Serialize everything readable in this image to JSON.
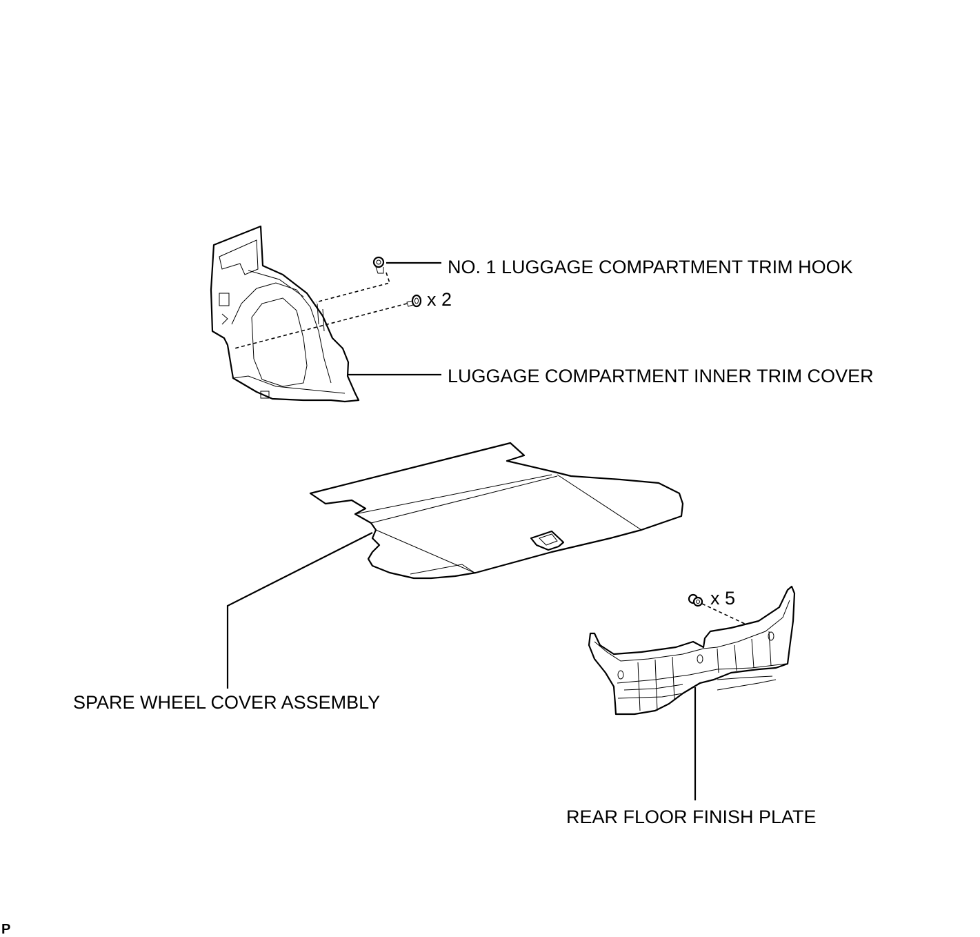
{
  "labels": {
    "trim_hook": "NO. 1 LUGGAGE COMPARTMENT TRIM HOOK",
    "hook_clip_qty": "x 2",
    "inner_trim_cover": "LUGGAGE COMPARTMENT INNER TRIM COVER",
    "spare_wheel_cover": "SPARE WHEEL COVER ASSEMBLY",
    "plate_clip_qty": "x 5",
    "rear_floor_plate": "REAR FLOOR FINISH PLATE"
  },
  "illustration_code": "P",
  "colors": {
    "line": "#000000",
    "background": "#ffffff"
  }
}
